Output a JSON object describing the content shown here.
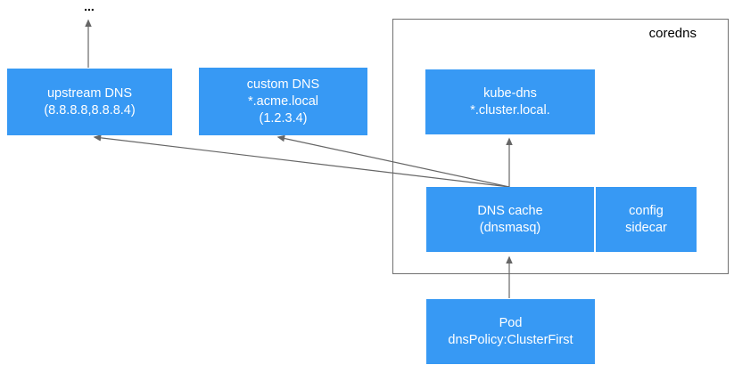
{
  "ellipsis": "...",
  "container": {
    "label": "coredns"
  },
  "nodes": {
    "upstream_dns": {
      "lines": [
        "upstream DNS",
        "(8.8.8.8,8.8.8.4)"
      ]
    },
    "custom_dns": {
      "lines": [
        "custom DNS",
        "*.acme.local",
        "(1.2.3.4)"
      ]
    },
    "kube_dns": {
      "lines": [
        "kube-dns",
        "*.cluster.local."
      ]
    },
    "dns_cache": {
      "lines": [
        "DNS cache",
        "(dnsmasq)"
      ]
    },
    "config_sidecar": {
      "lines": [
        "config",
        "sidecar"
      ]
    },
    "pod": {
      "lines": [
        "Pod",
        "dnsPolicy:ClusterFirst"
      ]
    }
  },
  "colors": {
    "node_fill": "#3799F4",
    "node_text": "#FFFFFF",
    "container_border": "#707070",
    "arrow": "#666666",
    "label_text": "#000000",
    "background": "#FFFFFF"
  }
}
